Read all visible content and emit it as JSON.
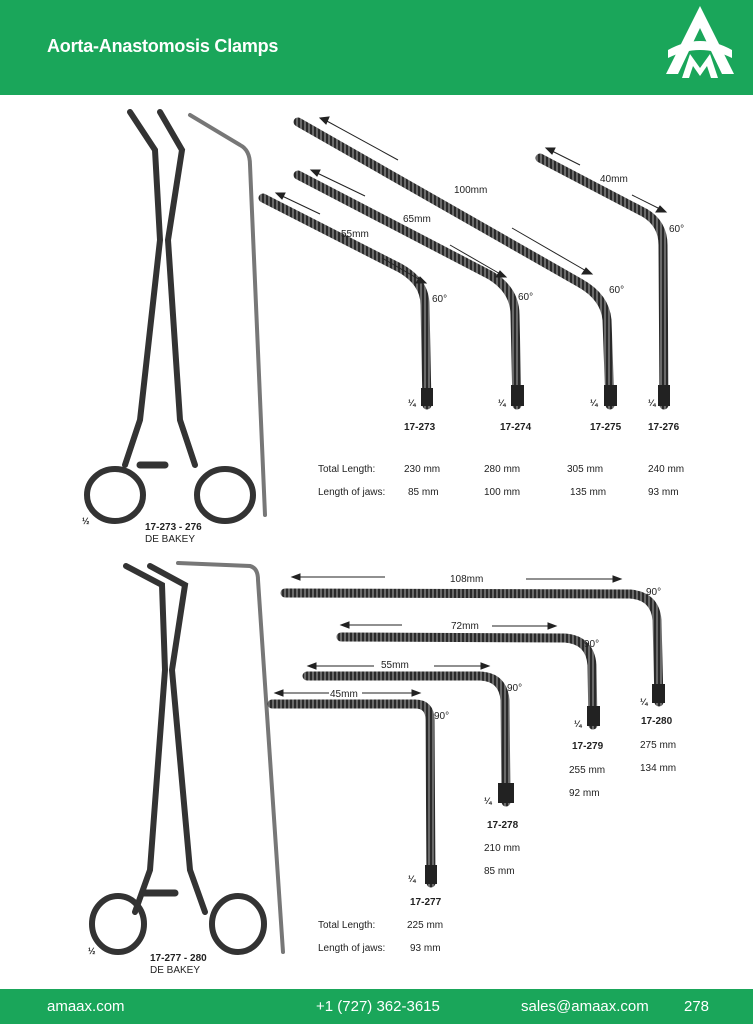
{
  "header": {
    "title": "Aorta-Anastomosis Clamps",
    "logo_icon": "amaax-logo-icon",
    "brand_color": "#1aa65a"
  },
  "set1": {
    "models": [
      "17-273",
      "17-274",
      "17-275",
      "17-276"
    ],
    "fractions": [
      "¼",
      "¼",
      "¼",
      "¼"
    ],
    "jaw_labels": [
      "55mm",
      "65mm",
      "100mm",
      "40mm"
    ],
    "angles": [
      "60°",
      "60°",
      "60°",
      "60°"
    ],
    "table": {
      "total_label": "Total Length:",
      "jaws_label": "Length of jaws:",
      "total": [
        "230 mm",
        "280 mm",
        "305 mm",
        "240 mm"
      ],
      "jaws": [
        "85 mm",
        "100 mm",
        "135 mm",
        "93 mm"
      ]
    },
    "range": "17-273 - 276",
    "name": "DE BAKEY",
    "scale": "½"
  },
  "set2": {
    "models": [
      "17-277",
      "17-278",
      "17-279",
      "17-280"
    ],
    "fractions": [
      "¼",
      "¼",
      "¼",
      "¼"
    ],
    "jaw_labels": [
      "45mm",
      "55mm",
      "72mm",
      "108mm"
    ],
    "angles": [
      "90°",
      "90°",
      "90°",
      "90°"
    ],
    "total_label": "Total Length:",
    "jaws_label": "Length of jaws:",
    "total": [
      "225 mm",
      "210 mm",
      "255 mm",
      "275 mm"
    ],
    "jaws": [
      "93 mm",
      "85 mm",
      "92 mm",
      "134 mm"
    ],
    "range": "17-277 - 280",
    "name": "DE BAKEY",
    "scale": "½"
  },
  "footer": {
    "website": "amaax.com",
    "phone": "+1 (727) 362-3615",
    "email": "sales@amaax.com",
    "page": "278"
  }
}
